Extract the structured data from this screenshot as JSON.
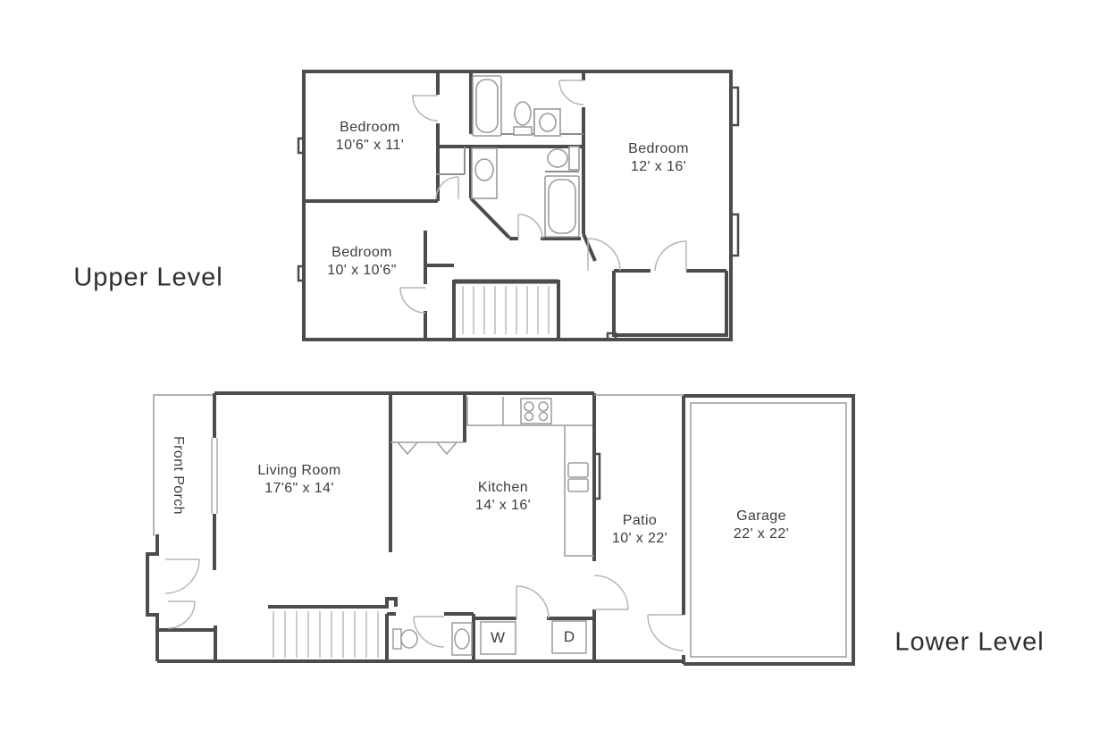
{
  "document": {
    "type": "floor-plan",
    "background": "#ffffff"
  },
  "colors": {
    "wall": "#4c4c4c",
    "fixture": "#9b9b9b",
    "door_arc": "#b5b5b5",
    "tread": "#b0b0b0",
    "text": "#3c3c3c"
  },
  "levels": [
    {
      "id": "upper",
      "title": "Upper Level",
      "rooms": [
        {
          "name": "Bedroom",
          "dimensions": "10'6\" x 11'"
        },
        {
          "name": "Bedroom",
          "dimensions": "12' x 16'"
        },
        {
          "name": "Bedroom",
          "dimensions": "10' x 10'6\""
        }
      ]
    },
    {
      "id": "lower",
      "title": "Lower Level",
      "rooms": [
        {
          "name": "Front Porch",
          "dimensions": ""
        },
        {
          "name": "Living Room",
          "dimensions": "17'6\" x 14'"
        },
        {
          "name": "Kitchen",
          "dimensions": "14' x 16'"
        },
        {
          "name": "Patio",
          "dimensions": "10' x 22'"
        },
        {
          "name": "Garage",
          "dimensions": "22' x 22'"
        }
      ],
      "appliances": [
        {
          "label": "W"
        },
        {
          "label": "D"
        }
      ]
    }
  ]
}
